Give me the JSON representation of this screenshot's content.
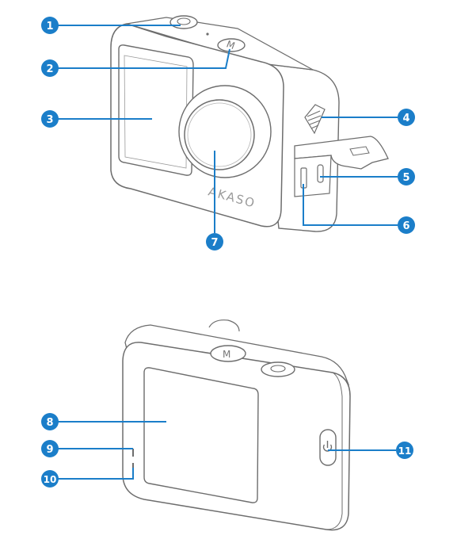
{
  "colors": {
    "callout": "#1b7ec9",
    "outline": "#6d6d6d",
    "body_fill": "#ffffff"
  },
  "brand_text": "AKASO",
  "button_letter": "M",
  "callouts": [
    {
      "label": "1"
    },
    {
      "label": "2"
    },
    {
      "label": "3"
    },
    {
      "label": "4"
    },
    {
      "label": "5"
    },
    {
      "label": "6"
    },
    {
      "label": "7"
    },
    {
      "label": "8"
    },
    {
      "label": "9"
    },
    {
      "label": "10"
    },
    {
      "label": "11"
    }
  ]
}
